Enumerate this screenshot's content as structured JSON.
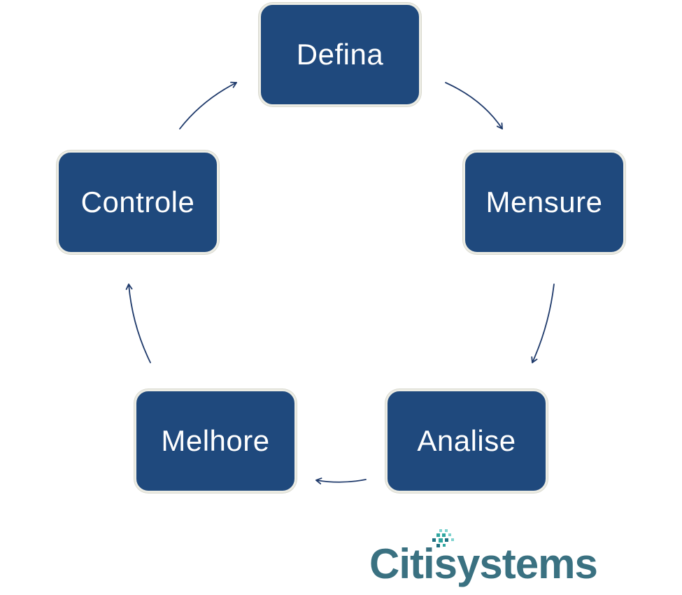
{
  "diagram": {
    "nodes": [
      {
        "id": "defina",
        "label": "Defina"
      },
      {
        "id": "mensure",
        "label": "Mensure"
      },
      {
        "id": "analise",
        "label": "Analise"
      },
      {
        "id": "melhore",
        "label": "Melhore"
      },
      {
        "id": "controle",
        "label": "Controle"
      }
    ],
    "edges": [
      {
        "from": "defina",
        "to": "mensure"
      },
      {
        "from": "mensure",
        "to": "analise"
      },
      {
        "from": "analise",
        "to": "melhore"
      },
      {
        "from": "melhore",
        "to": "controle"
      },
      {
        "from": "controle",
        "to": "defina"
      }
    ]
  },
  "logo": {
    "text": "Citisystems"
  },
  "colors": {
    "node_fill": "#1f497d",
    "node_text": "#ffffff",
    "arrow": "#1f3a6b",
    "logo_text": "#3a7181",
    "logo_dots_light": "#7fd3cf",
    "logo_dots_mid": "#2fa6a0",
    "logo_dots_dark": "#1d6f80"
  }
}
